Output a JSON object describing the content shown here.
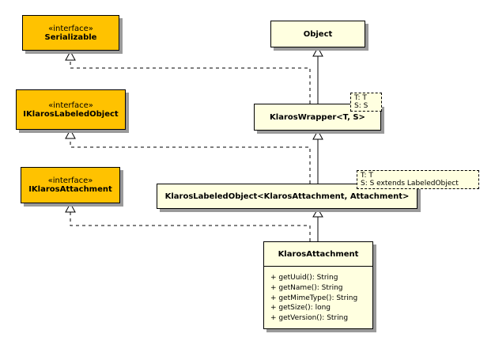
{
  "classes": {
    "serializable": {
      "stereotype": "«interface»",
      "name": "Serializable"
    },
    "object": {
      "name": "Object"
    },
    "iklaros_labeled_object": {
      "stereotype": "«interface»",
      "name": "IKlarosLabeledObject"
    },
    "klaros_wrapper": {
      "name": "KlarosWrapper<T, S>",
      "params": [
        "T: T",
        "S: S"
      ]
    },
    "iklaros_attachment": {
      "stereotype": "«interface»",
      "name": "IKlarosAttachment"
    },
    "klaros_labeled_object": {
      "name": "KlarosLabeledObject<KlarosAttachment, Attachment>",
      "params": [
        "T: T",
        "S: S extends LabeledObject"
      ]
    },
    "klaros_attachment": {
      "name": "KlarosAttachment",
      "operations": [
        "+ getUuid(): String",
        "+ getName(): String",
        "+ getMimeType(): String",
        "+ getSize(): long",
        "+ getVersion(): String"
      ]
    }
  },
  "colors": {
    "interface_fill": "#ffc200",
    "class_fill": "#ffffe0",
    "shadow": "#9a9a9a"
  }
}
